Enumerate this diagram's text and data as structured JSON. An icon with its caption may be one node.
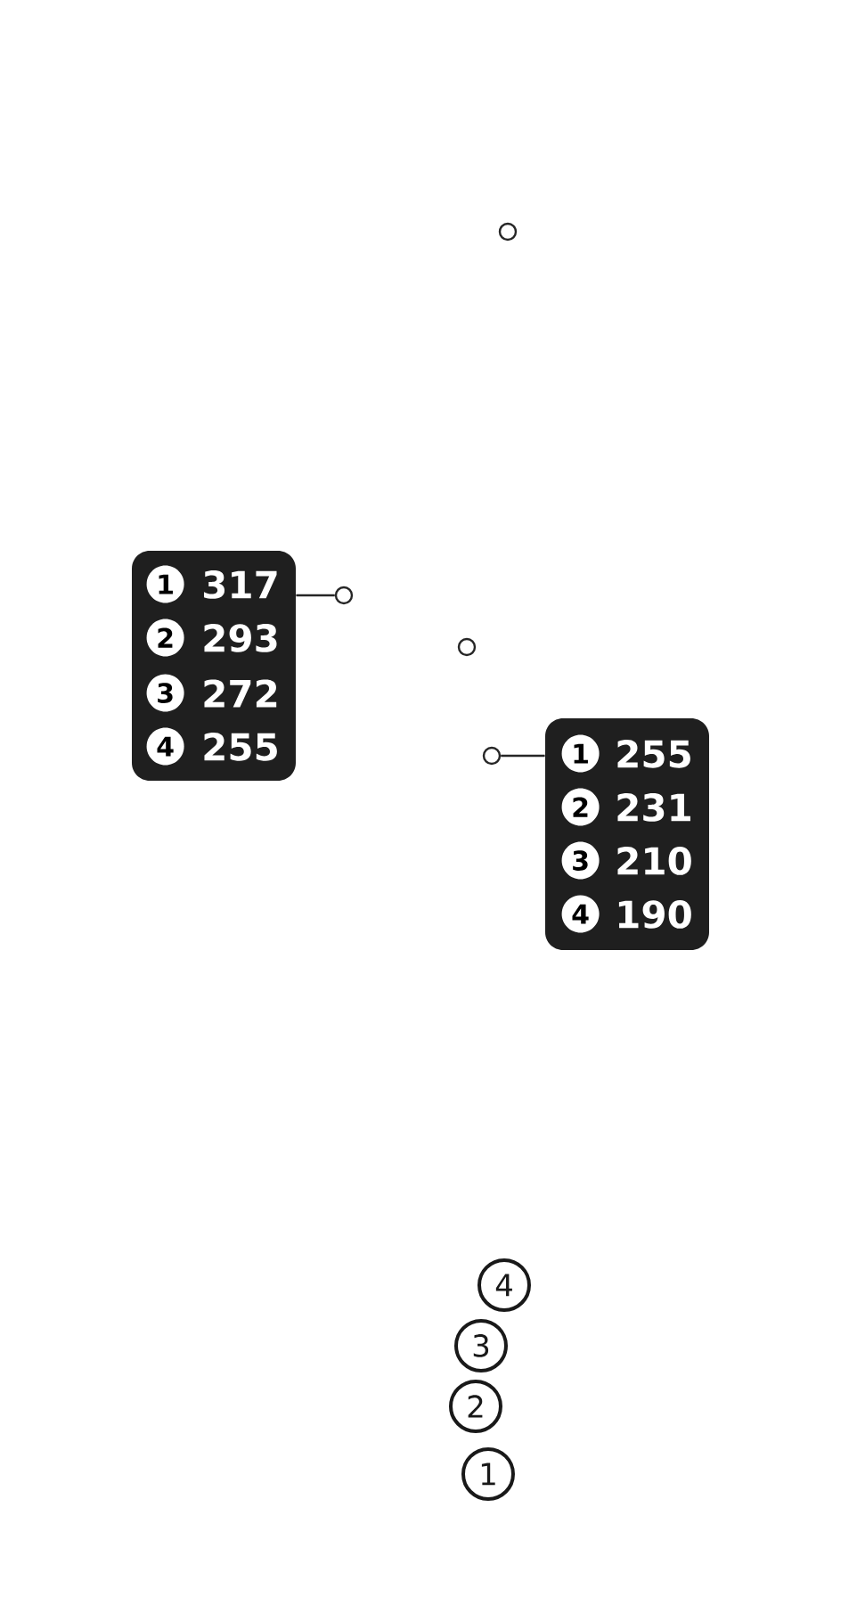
{
  "diagram": {
    "nodes": [
      {
        "text": [],
        "shape": "circle"
      },
      {
        "text": [
          "317",
          "293",
          "272",
          "255"
        ]
      },
      {
        "text": [
          "1"
        ],
        "in": 1
      },
      {
        "text": [
          "2"
        ],
        "in": 1
      },
      {
        "text": [
          "3"
        ],
        "in": 1
      },
      {
        "text": [
          "4"
        ],
        "in": 1
      },
      {
        "text": [],
        "shape": "circle"
      },
      {
        "text": [],
        "shape": "circle"
      },
      {
        "text": [],
        "shape": "circle"
      },
      {
        "text": [
          "255",
          "231",
          "210",
          "190"
        ]
      },
      {
        "text": [
          "1"
        ],
        "in": 9
      },
      {
        "text": [
          "2"
        ],
        "in": 9
      },
      {
        "text": [
          "3"
        ],
        "in": 9
      },
      {
        "text": [
          "4"
        ],
        "in": 9
      },
      {
        "text": [
          "4"
        ]
      },
      {
        "text": [
          "3"
        ]
      },
      {
        "text": [
          "2"
        ]
      },
      {
        "text": [
          "1"
        ]
      }
    ],
    "edges": [
      {
        "from": 1,
        "to": 6,
        "arrow": "none"
      },
      {
        "from": 8,
        "to": 9,
        "arrow": "none"
      }
    ]
  }
}
